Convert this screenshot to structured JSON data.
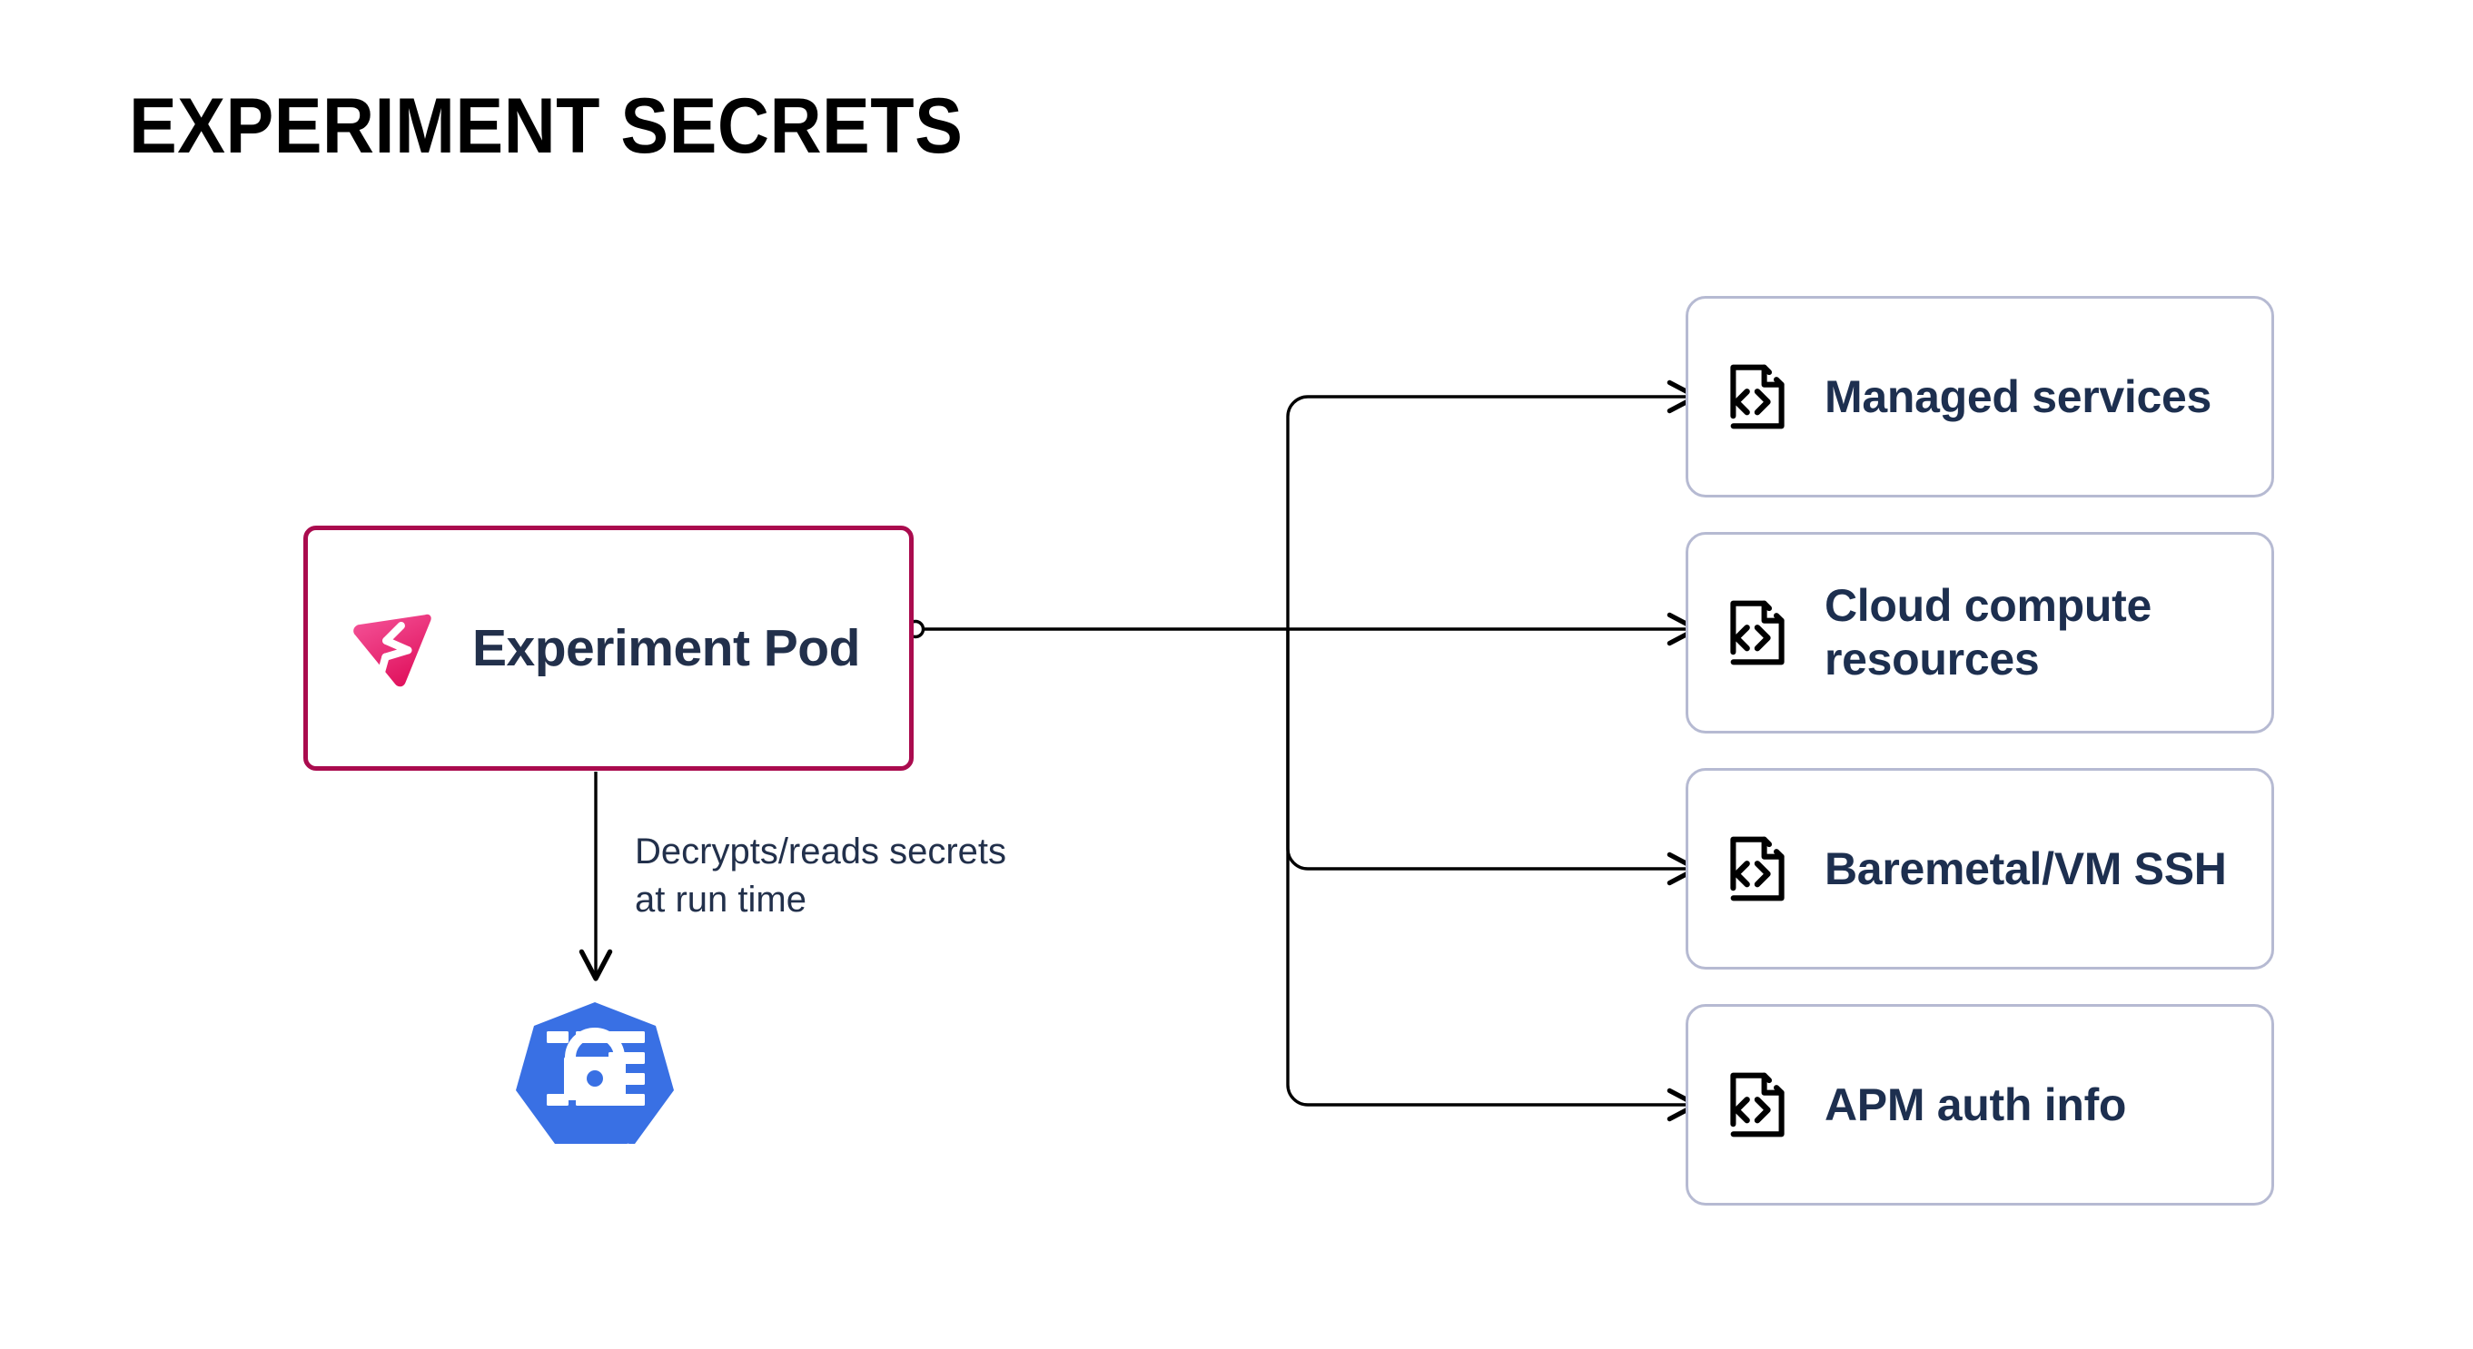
{
  "page": {
    "title": "EXPERIMENT SECRETS",
    "background_color": "#ffffff"
  },
  "colors": {
    "pod_border": "#aa0b4e",
    "pod_logo_pink_light": "#f5559a",
    "pod_logo_pink_dark": "#e1145f",
    "card_border": "#b6bad2",
    "text_navy": "#1d2f4f",
    "kubernetes_blue": "#3970e4",
    "connector_stroke": "#000000"
  },
  "source_node": {
    "label": "Experiment Pod",
    "icon": "litmus-chaos-logo-icon",
    "border_color": "#aa0b4e"
  },
  "secret_node": {
    "label": "secret",
    "icon": "kubernetes-secret-icon",
    "fill_color": "#3970e4"
  },
  "edges": {
    "pod_to_secret_label": "Decrypts/reads secrets at run time"
  },
  "targets": {
    "icon": "file-code-icon",
    "cards": [
      {
        "label": "Managed services"
      },
      {
        "label": "Cloud compute resources"
      },
      {
        "label": "Baremetal/VM SSH"
      },
      {
        "label": "APM auth info"
      }
    ]
  }
}
